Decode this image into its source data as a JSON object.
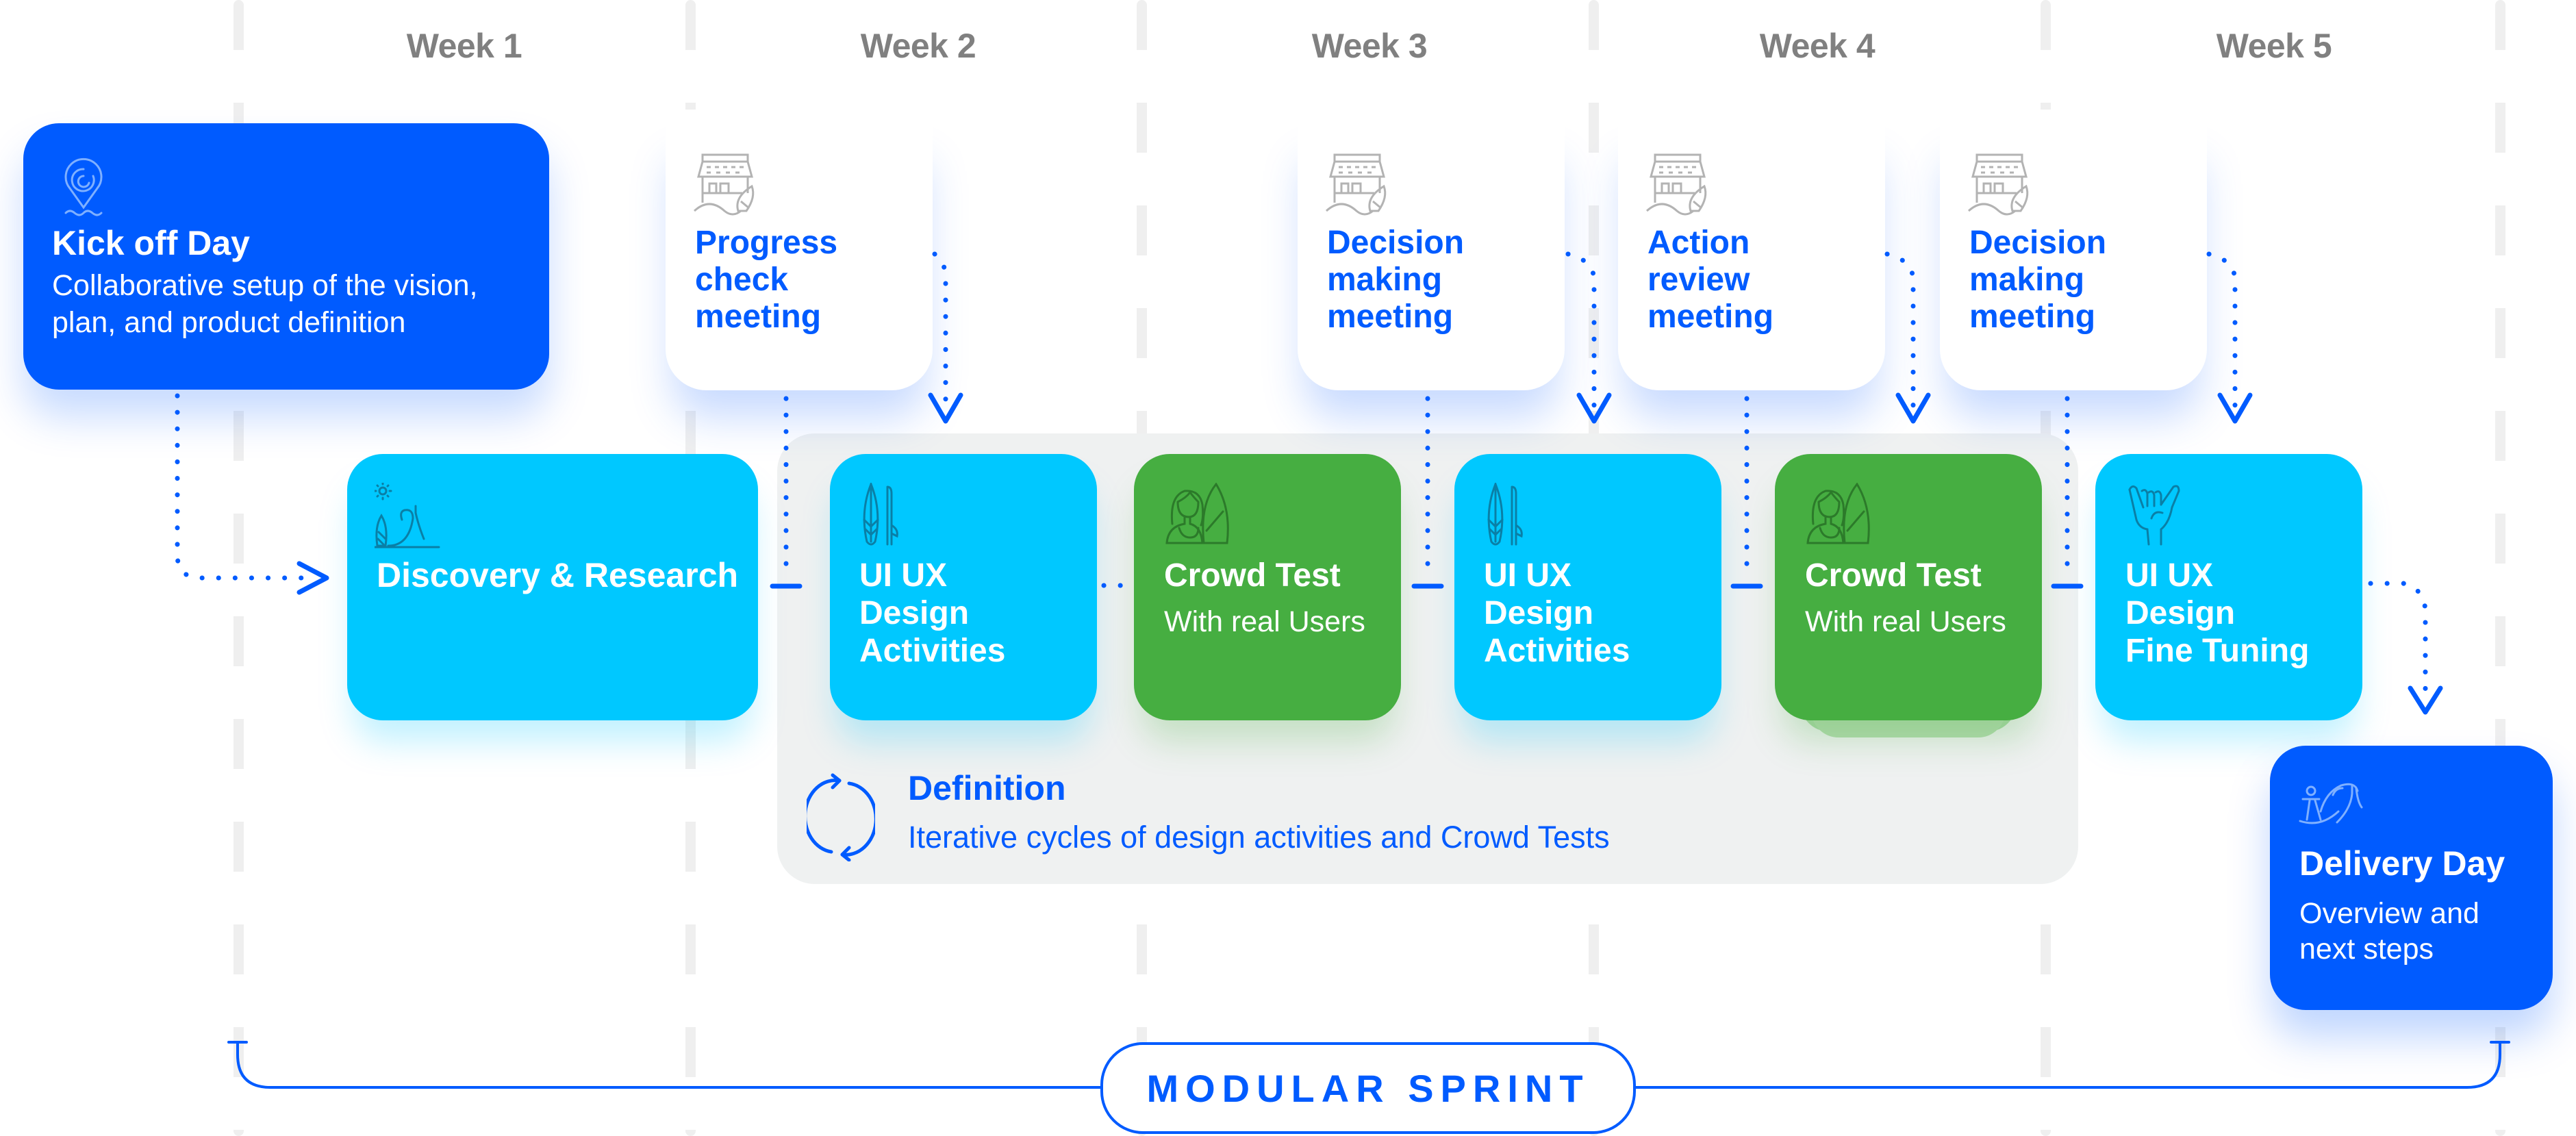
{
  "weeks": [
    "Week 1",
    "Week 2",
    "Week 3",
    "Week 4",
    "Week 5"
  ],
  "kickoff": {
    "icon": "location-pin-wave-icon",
    "title": "Kick off Day",
    "lines": [
      "Collaborative setup of the vision,",
      "plan, and product definition"
    ]
  },
  "meetings": [
    {
      "icon": "beach-hut-icon",
      "lines": [
        "Progress",
        "check",
        "meeting"
      ]
    },
    {
      "icon": "beach-hut-icon",
      "lines": [
        "Decision",
        "making",
        "meeting"
      ]
    },
    {
      "icon": "beach-hut-icon",
      "lines": [
        "Action",
        "review",
        "meeting"
      ]
    },
    {
      "icon": "beach-hut-icon",
      "lines": [
        "Decision",
        "making",
        "meeting"
      ]
    }
  ],
  "activities": [
    {
      "type": "research",
      "icon": "surf-wave-sun-icon",
      "lines": [
        "Discovery & Research"
      ],
      "color": "#00c8ff"
    },
    {
      "type": "design",
      "icon": "surfboards-icon",
      "lines": [
        "UI UX",
        "Design",
        "Activities"
      ],
      "color": "#00c8ff"
    },
    {
      "type": "test",
      "icon": "surfer-woman-icon",
      "title": "Crowd Test",
      "subtitle": "With real Users",
      "color": "#46ae41"
    },
    {
      "type": "design",
      "icon": "surfboards-icon",
      "lines": [
        "UI UX",
        "Design",
        "Activities"
      ],
      "color": "#00c8ff"
    },
    {
      "type": "test",
      "icon": "surfer-woman-icon",
      "title": "Crowd Test",
      "subtitle": "With real Users",
      "color": "#46ae41"
    },
    {
      "type": "design",
      "icon": "shaka-hand-icon",
      "lines": [
        "UI UX",
        "Design",
        "Fine Tuning"
      ],
      "color": "#00c8ff"
    }
  ],
  "definition": {
    "icon": "cycle-arrows-icon",
    "title": "Definition",
    "subtitle": "Iterative cycles of design activities and Crowd Tests"
  },
  "delivery": {
    "icon": "surfer-wave-icon",
    "title": "Delivery Day",
    "lines": [
      "Overview and",
      "next steps"
    ]
  },
  "footer": {
    "label": "MODULAR SPRINT"
  },
  "colors": {
    "primary_blue": "#005bff",
    "cyan": "#00c8ff",
    "green": "#46ae41",
    "gray_area": "#eff1f1",
    "week_label": "#808080"
  }
}
